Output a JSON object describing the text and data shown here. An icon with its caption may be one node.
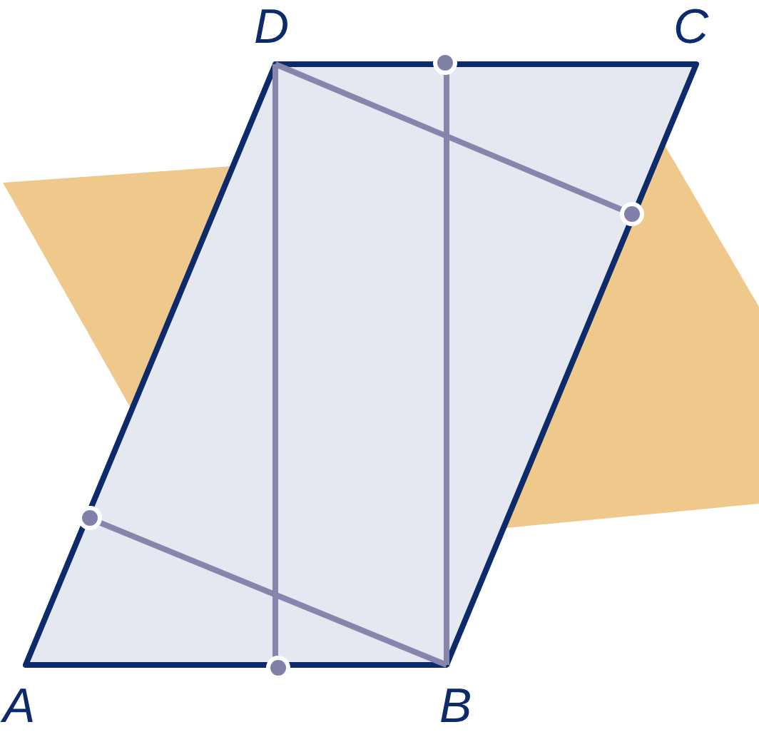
{
  "diagram": {
    "labels": [
      "D",
      "C",
      "A",
      "B"
    ]
  }
}
